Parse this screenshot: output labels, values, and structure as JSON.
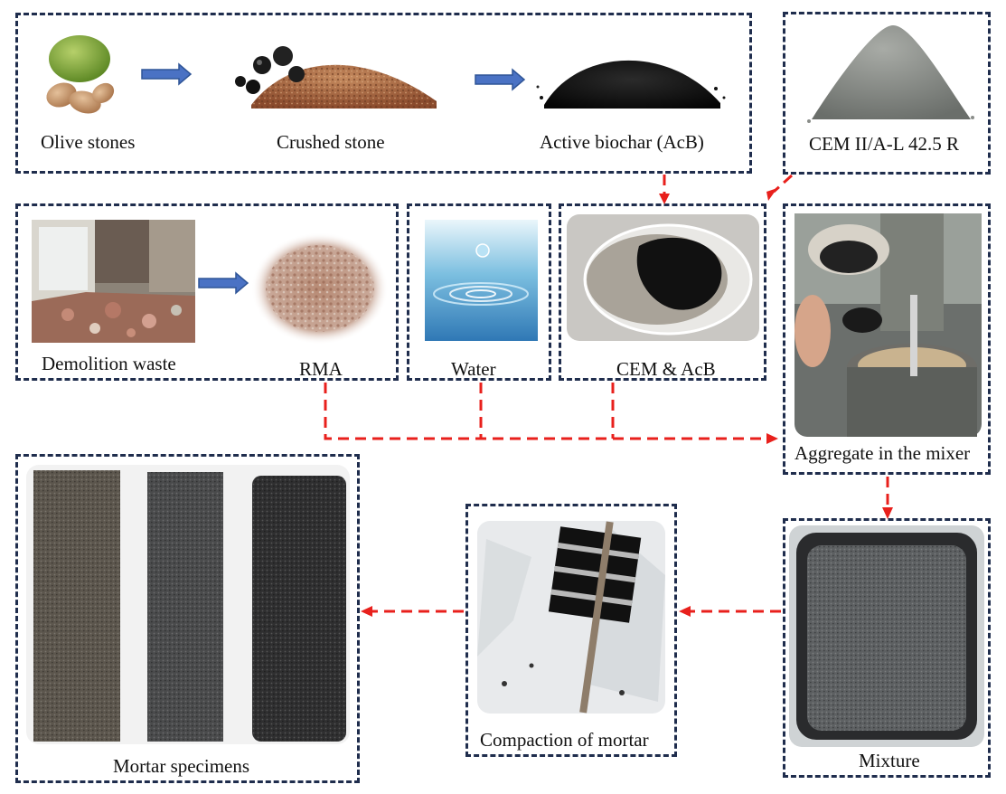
{
  "labels": {
    "olive_stones": "Olive stones",
    "crushed_stone": "Crushed stone",
    "active_biochar": "Active biochar (AcB)",
    "cement": "CEM II/A-L 42.5 R",
    "demolition_waste": "Demolition waste",
    "rma": "RMA",
    "water": "Water",
    "cem_acb": "CEM & AcB",
    "aggregate_mixer": "Aggregate in the mixer",
    "mixture": "Mixture",
    "compaction": "Compaction of mortar",
    "specimens": "Mortar specimens"
  },
  "colors": {
    "box_border": "#1f2d4d",
    "flow_arrow": "#e8201c",
    "process_arrow": "#2f5597"
  }
}
